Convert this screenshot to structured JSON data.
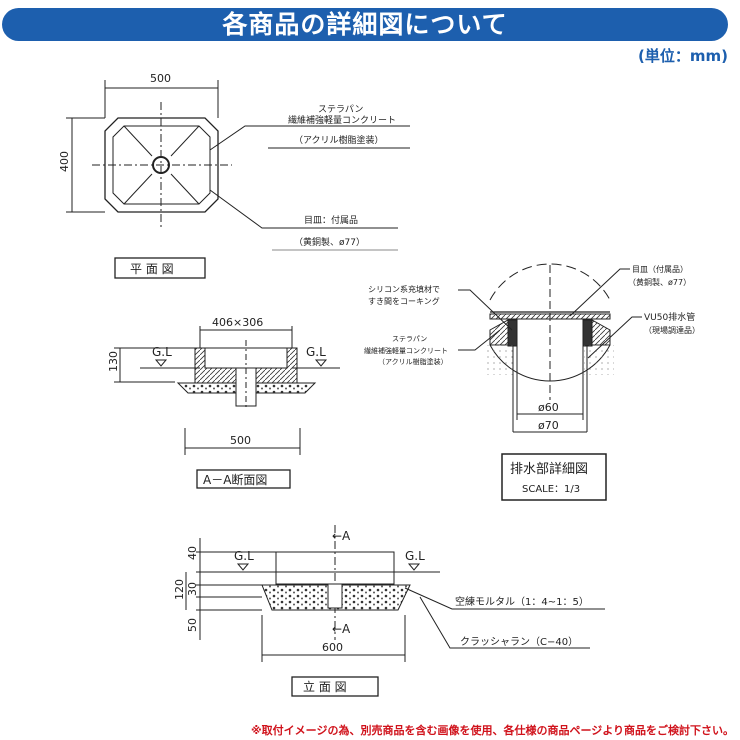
{
  "header": {
    "title": "各商品の詳細図について",
    "unit": "(単位：mm)"
  },
  "plan": {
    "width_dim": "500",
    "depth_dim": "400",
    "label_1": "ステラパン",
    "label_2": "繊維補強軽量コンクリート",
    "label_3": "（アクリル樹脂塗装）",
    "label_4": "目皿：付属品",
    "label_5": "（黄銅製、ø77）",
    "title": "平 面 図"
  },
  "section": {
    "inner_dim": "406×306",
    "gl_left": "G.L",
    "gl_right": "G.L",
    "height_dim": "130",
    "width_dim": "500",
    "title": "A－A断面図"
  },
  "drain": {
    "label_caulk_1": "シリコン系充填材で",
    "label_caulk_2": "すき間をコーキング",
    "label_body_1": "ステラパン",
    "label_body_2": "繊維補強軽量コンクリート",
    "label_body_3": "（アクリル樹脂塗装）",
    "label_cover_1": "目皿（付属品）",
    "label_cover_2": "（黄銅製、ø77）",
    "label_pipe_1": "VU50排水管",
    "label_pipe_2": "（現場調達品）",
    "dim_inner": "ø60",
    "dim_outer": "ø70",
    "title": "排水部詳細図",
    "scale": "SCALE：1/3"
  },
  "elevation": {
    "section_mark_top": "←A",
    "section_mark_bottom": "←A",
    "gl_left": "G.L",
    "gl_right": "G.L",
    "dim_40": "40",
    "dim_120": "120",
    "dim_30": "30",
    "dim_50": "50",
    "width_dim": "600",
    "label_mortar": "空練モルタル（1：4~1：5）",
    "label_crusher": "クラッシャラン（C−40）",
    "title": "立 面 図"
  },
  "footer": {
    "note": "※取付イメージの為、別売商品を含む画像を使用、各仕様の商品ページより商品をご検討下さい。"
  }
}
